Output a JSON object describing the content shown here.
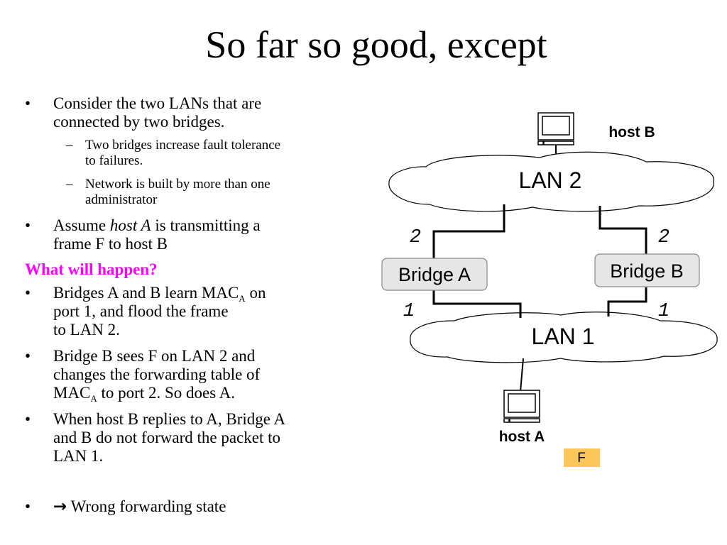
{
  "title": "So far so good, except",
  "bullets": {
    "b1_line1": "Consider the two LANs that are",
    "b1_line2": "connected by two bridges.",
    "s1_line1": "Two bridges increase fault tolerance",
    "s1_line2": "to failures.",
    "s2_line1": "Network is built by more than one",
    "s2_line2": "administrator",
    "b2_pre": "Assume ",
    "b2_em": "host A",
    "b2_post": " is transmitting a",
    "b2_line2": "frame F to host B",
    "question": "What will happen?",
    "b3_line1_pre": "Bridges A and B learn MAC",
    "b3_line1_sub": "A",
    "b3_line1_post": " on",
    "b3_line2": "port 1, and  flood the frame",
    "b3_line3": "to LAN 2.",
    "b4_line1": "Bridge B sees F on LAN 2 and",
    "b4_line2": "changes the forwarding table of",
    "b4_line3_pre": "MAC",
    "b4_line3_sub": "A",
    "b4_line3_post": " to port 2. So does A.",
    "b5_line1": "When host B replies to A, Bridge A",
    "b5_line2": "and B do not forward the packet to",
    "b5_line3": "LAN 1.",
    "b6_arrow": "→",
    "b6_text": " Wrong forwarding state",
    "bullet_char": "•",
    "dash_char": "–"
  },
  "diagram": {
    "lan2": "LAN 2",
    "lan1": "LAN 1",
    "bridge_a": "Bridge A",
    "bridge_b": "Bridge B",
    "host_a": "host A",
    "host_b": "host B",
    "port_a_top": "2",
    "port_b_top": "2",
    "port_a_bottom": "1",
    "port_b_bottom": "1",
    "frame": "F",
    "frame_color": "#fbc65a",
    "bridge_fill": "#e6e6e6"
  }
}
